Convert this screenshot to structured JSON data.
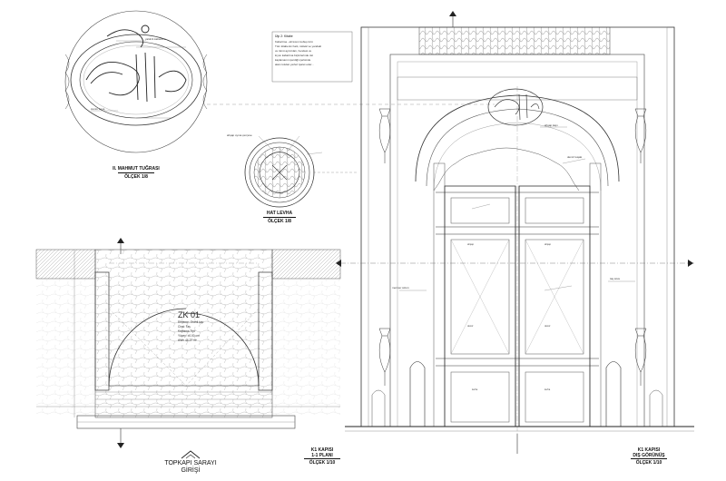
{
  "drawings": {
    "tugra": {
      "title": "II. MAHMUT TUĞRASI",
      "scale": "ÖLÇEK 1/8"
    },
    "hat": {
      "title": "HAT LEVHA",
      "scale": "ÖLÇEK 1/8"
    },
    "plan": {
      "title": "K1 KAPISI",
      "subtitle": "1-1 PLANI",
      "scale": "ÖLÇEK 1/10"
    },
    "elevation": {
      "title": "K1 KAPISI",
      "subtitle": "DIŞ GÖRÜNÜŞ",
      "scale": "ÖLÇEK 1/10"
    }
  },
  "note_block": {
    "title": "Ütp 2: Kitabe",
    "lines": [
      "Kabartma - alt kısım kubuş türü",
      "Tüm kitabenin hattı, üstteki ve yandaki",
      "ve tümü ayrıntıları, hendesi ve",
      "kıyısı kabartma biçimlerinde üst",
      "kaplamanın içerdiği içerisinde",
      "alanı tutulan yerleri işaret eder..."
    ]
  },
  "zk_label": {
    "code": "ZK 01",
    "lines": [
      "Döşeme: Granit taşı",
      "Cinsi: Taş",
      "Kaplama Tipi:",
      "Yüzey: ±0.00 cm",
      "Alan: 46.37 m²"
    ]
  },
  "callouts": [
    "ahşap kapı",
    "demir kuşak",
    "taş söve",
    "mermer sütun"
  ],
  "logo": {
    "line1": "TOPKAPI SARAYI",
    "line2": "GİRİŞİ"
  },
  "colors": {
    "ink": "#1a1a1a",
    "line": "#444444",
    "light": "#9a9a9a",
    "hatch": "#bbbbbb",
    "paper": "#ffffff"
  }
}
